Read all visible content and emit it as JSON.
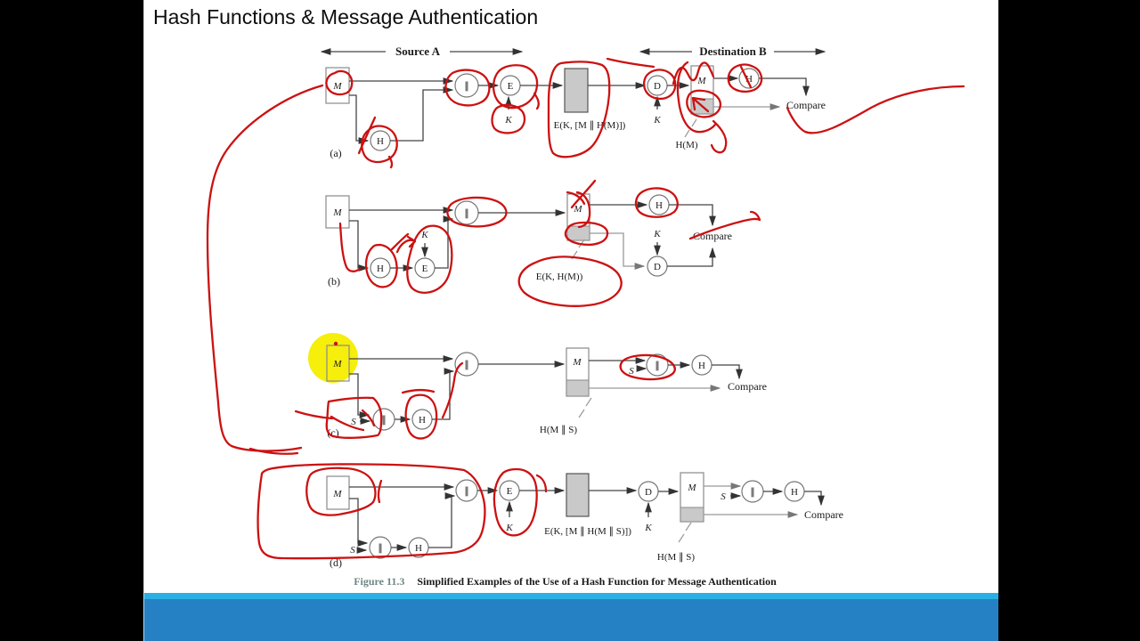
{
  "slide": {
    "title": "Hash Functions & Message Authentication",
    "background_color": "#ffffff",
    "letterbox_color": "#000000",
    "footer_bar_color": "#2581c4",
    "footer_accent_color": "#2bb0e4"
  },
  "annotations": {
    "ink_color": "#cc1111",
    "highlight_color": "#f6ee0b"
  },
  "diagram": {
    "source_label": "Source A",
    "destination_label": "Destination B",
    "compare_label": "Compare",
    "symbols": {
      "message": "M",
      "hash": "H",
      "encrypt": "E",
      "decrypt": "D",
      "key": "K",
      "salt": "S",
      "concat": "∥"
    },
    "schemes": {
      "a": {
        "tag": "(a)",
        "cipher_label": "E(K, [M ∥ H(M)])",
        "hash_label": "H(M)"
      },
      "b": {
        "tag": "(b)",
        "cipher_label": "E(K, H(M))"
      },
      "c": {
        "tag": "(c)",
        "hash_label": "H(M ∥ S)"
      },
      "d": {
        "tag": "(d)",
        "cipher_label": "E(K, [M ∥ H(M ∥ S)])",
        "hash_label": "H(M ∥ S)"
      }
    }
  },
  "caption": {
    "figure_number": "Figure 11.3",
    "text": "Simplified Examples of the Use of a Hash Function for Message Authentication"
  }
}
